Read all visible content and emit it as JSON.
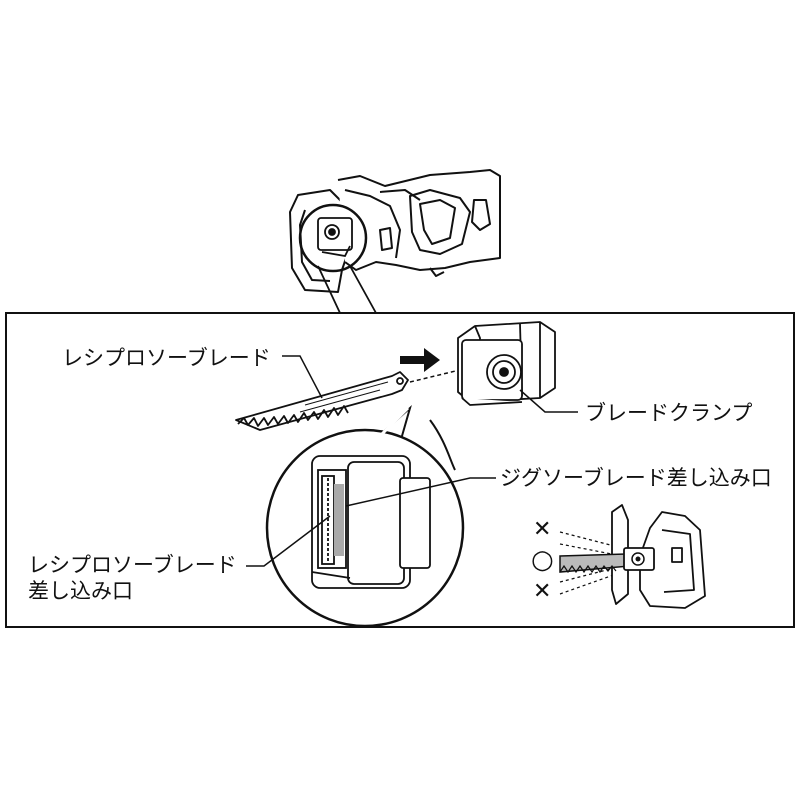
{
  "labels": {
    "reciprocating_blade": "レシプロソーブレード",
    "blade_clamp": "ブレードクランプ",
    "jigsaw_slot": "ジグソーブレード差し込み口",
    "recip_slot_line1": "レシプロソーブレード",
    "recip_slot_line2": "差し込み口"
  },
  "marks": {
    "wrong_top": "✕",
    "correct": "○",
    "wrong_bottom": "✕"
  },
  "colors": {
    "line": "#111111",
    "gray": "#999999",
    "light_gray": "#cccccc",
    "background": "#ffffff"
  }
}
